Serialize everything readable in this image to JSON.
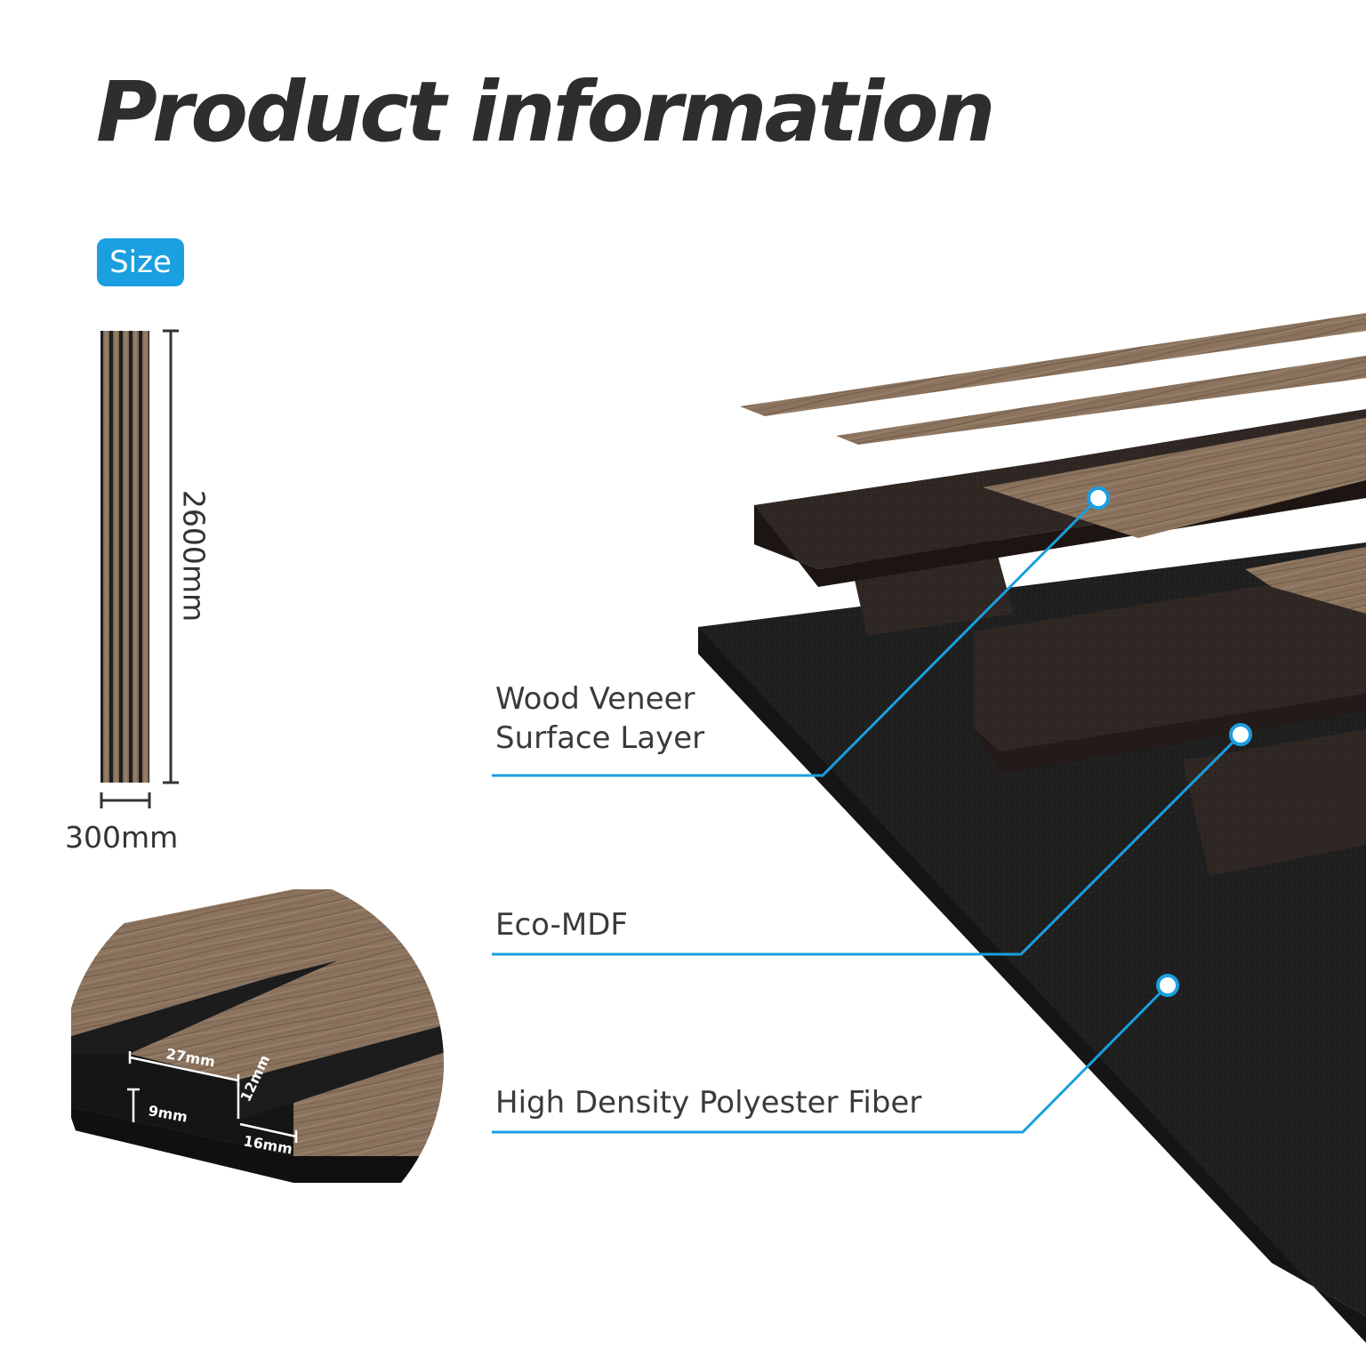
{
  "title": "Product information",
  "size_badge": "Size",
  "dimensions": {
    "length": "2600mm",
    "width": "300mm"
  },
  "profile": {
    "slat_width": "27mm",
    "slat_height": "12mm",
    "base_thickness": "9mm",
    "gap_width": "16mm"
  },
  "layers": [
    {
      "label_line1": "Wood Veneer",
      "label_line2": "Surface Layer"
    },
    {
      "label_line1": "Eco-MDF",
      "label_line2": ""
    },
    {
      "label_line1": "High Density Polyester Fiber",
      "label_line2": ""
    }
  ],
  "colors": {
    "accent": "#1a9fe0",
    "wood": "#8a7460",
    "felt": "#1e1e1e",
    "mdf": "#2e2622",
    "title": "#2e2e2e"
  }
}
